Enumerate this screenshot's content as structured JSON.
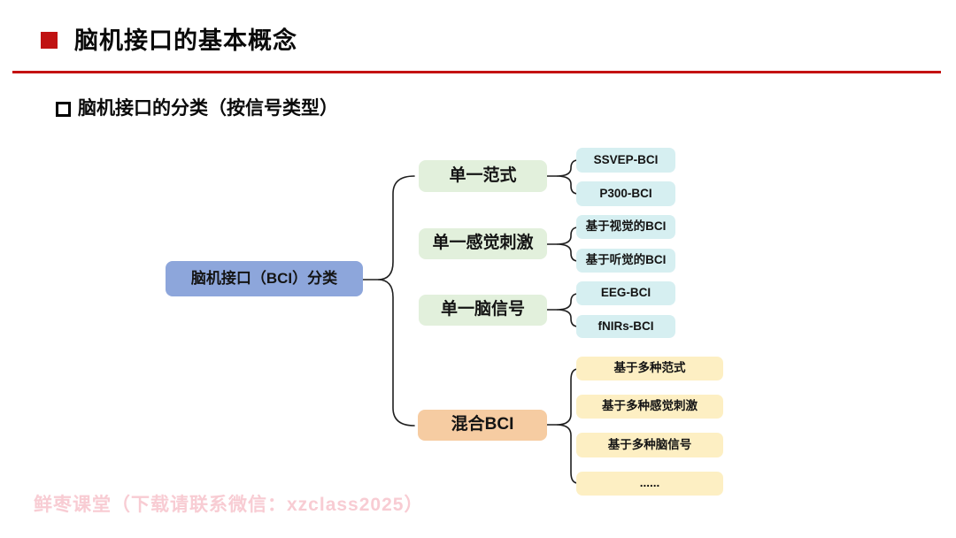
{
  "slide": {
    "title": "脑机接口的基本概念",
    "subtitle": "脑机接口的分类（按信号类型）",
    "watermark": "鲜枣课堂（下载请联系微信：xzclass2025）"
  },
  "colors": {
    "title_bullet_red": "#c01212",
    "rule_red": "#c41111",
    "root_fill": "#8da6db",
    "branch_green_fill": "#e2f0dc",
    "branch_orange_fill": "#f6cca2",
    "child_cyan_fill": "#d6eff1",
    "child_yellow_fill": "#fdefc3",
    "connector_stroke": "#1f1f1f",
    "watermark_pink": "#f8ccd3"
  },
  "diagram": {
    "root": {
      "label": "脑机接口（BCI）分类"
    },
    "branches": [
      {
        "label": "单一范式",
        "children": [
          "SSVEP-BCI",
          "P300-BCI"
        ]
      },
      {
        "label": "单一感觉刺激",
        "children": [
          "基于视觉的BCI",
          "基于听觉的BCI"
        ]
      },
      {
        "label": "单一脑信号",
        "children": [
          "EEG-BCI",
          "fNIRs-BCI"
        ]
      },
      {
        "label": "混合BCI",
        "children": [
          "基于多种范式",
          "基于多种感觉刺激",
          "基于多种脑信号",
          "......"
        ]
      }
    ]
  }
}
